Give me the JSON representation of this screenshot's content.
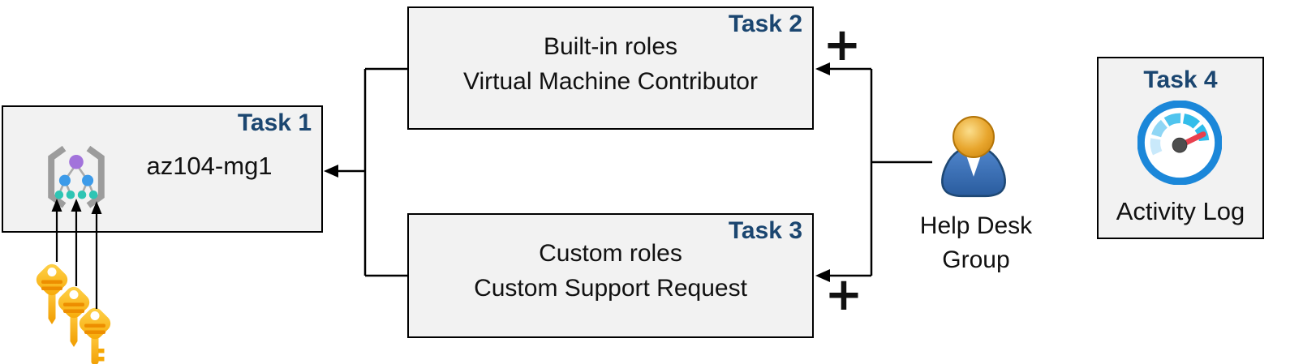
{
  "colors": {
    "background": "#FFFFFF",
    "box_fill": "#F2F2F2",
    "box_border": "#000000",
    "task_label_blue": "#1B4670",
    "text_black": "#111111",
    "connector_black": "#000000",
    "key_gold_light": "#FFD54F",
    "key_gold_dark": "#F6A704",
    "key_stripe_orange": "#ED8E00",
    "person_body_blue": "#3B70B5",
    "person_head_gold": "#E8A62E",
    "gauge_ring_blue": "#1B87D9",
    "gauge_needle_red": "#E8404E",
    "mg_node_purple": "#A273DB",
    "mg_node_blue": "#3D9BE9",
    "mg_node_teal": "#2EC5B4",
    "mg_bracket_gray": "#9C9C9C"
  },
  "boxes": {
    "task1": {
      "label": "Task 1",
      "title": "az104-mg1",
      "icon": "management-group-icon"
    },
    "task2": {
      "label": "Task 2",
      "lines": [
        "Built-in roles",
        "Virtual Machine Contributor"
      ]
    },
    "task3": {
      "label": "Task 3",
      "lines": [
        "Custom roles",
        "Custom Support Request"
      ]
    },
    "task4": {
      "label": "Task 4",
      "title": "Activity Log",
      "icon": "activity-log-gauge-icon"
    }
  },
  "actors": {
    "help_desk_group": {
      "lines": [
        "Help Desk",
        "Group"
      ],
      "icon": "user-icon"
    }
  },
  "symbols": {
    "plus": "+",
    "keys_icon": "keys-icon",
    "key_count": 3
  }
}
